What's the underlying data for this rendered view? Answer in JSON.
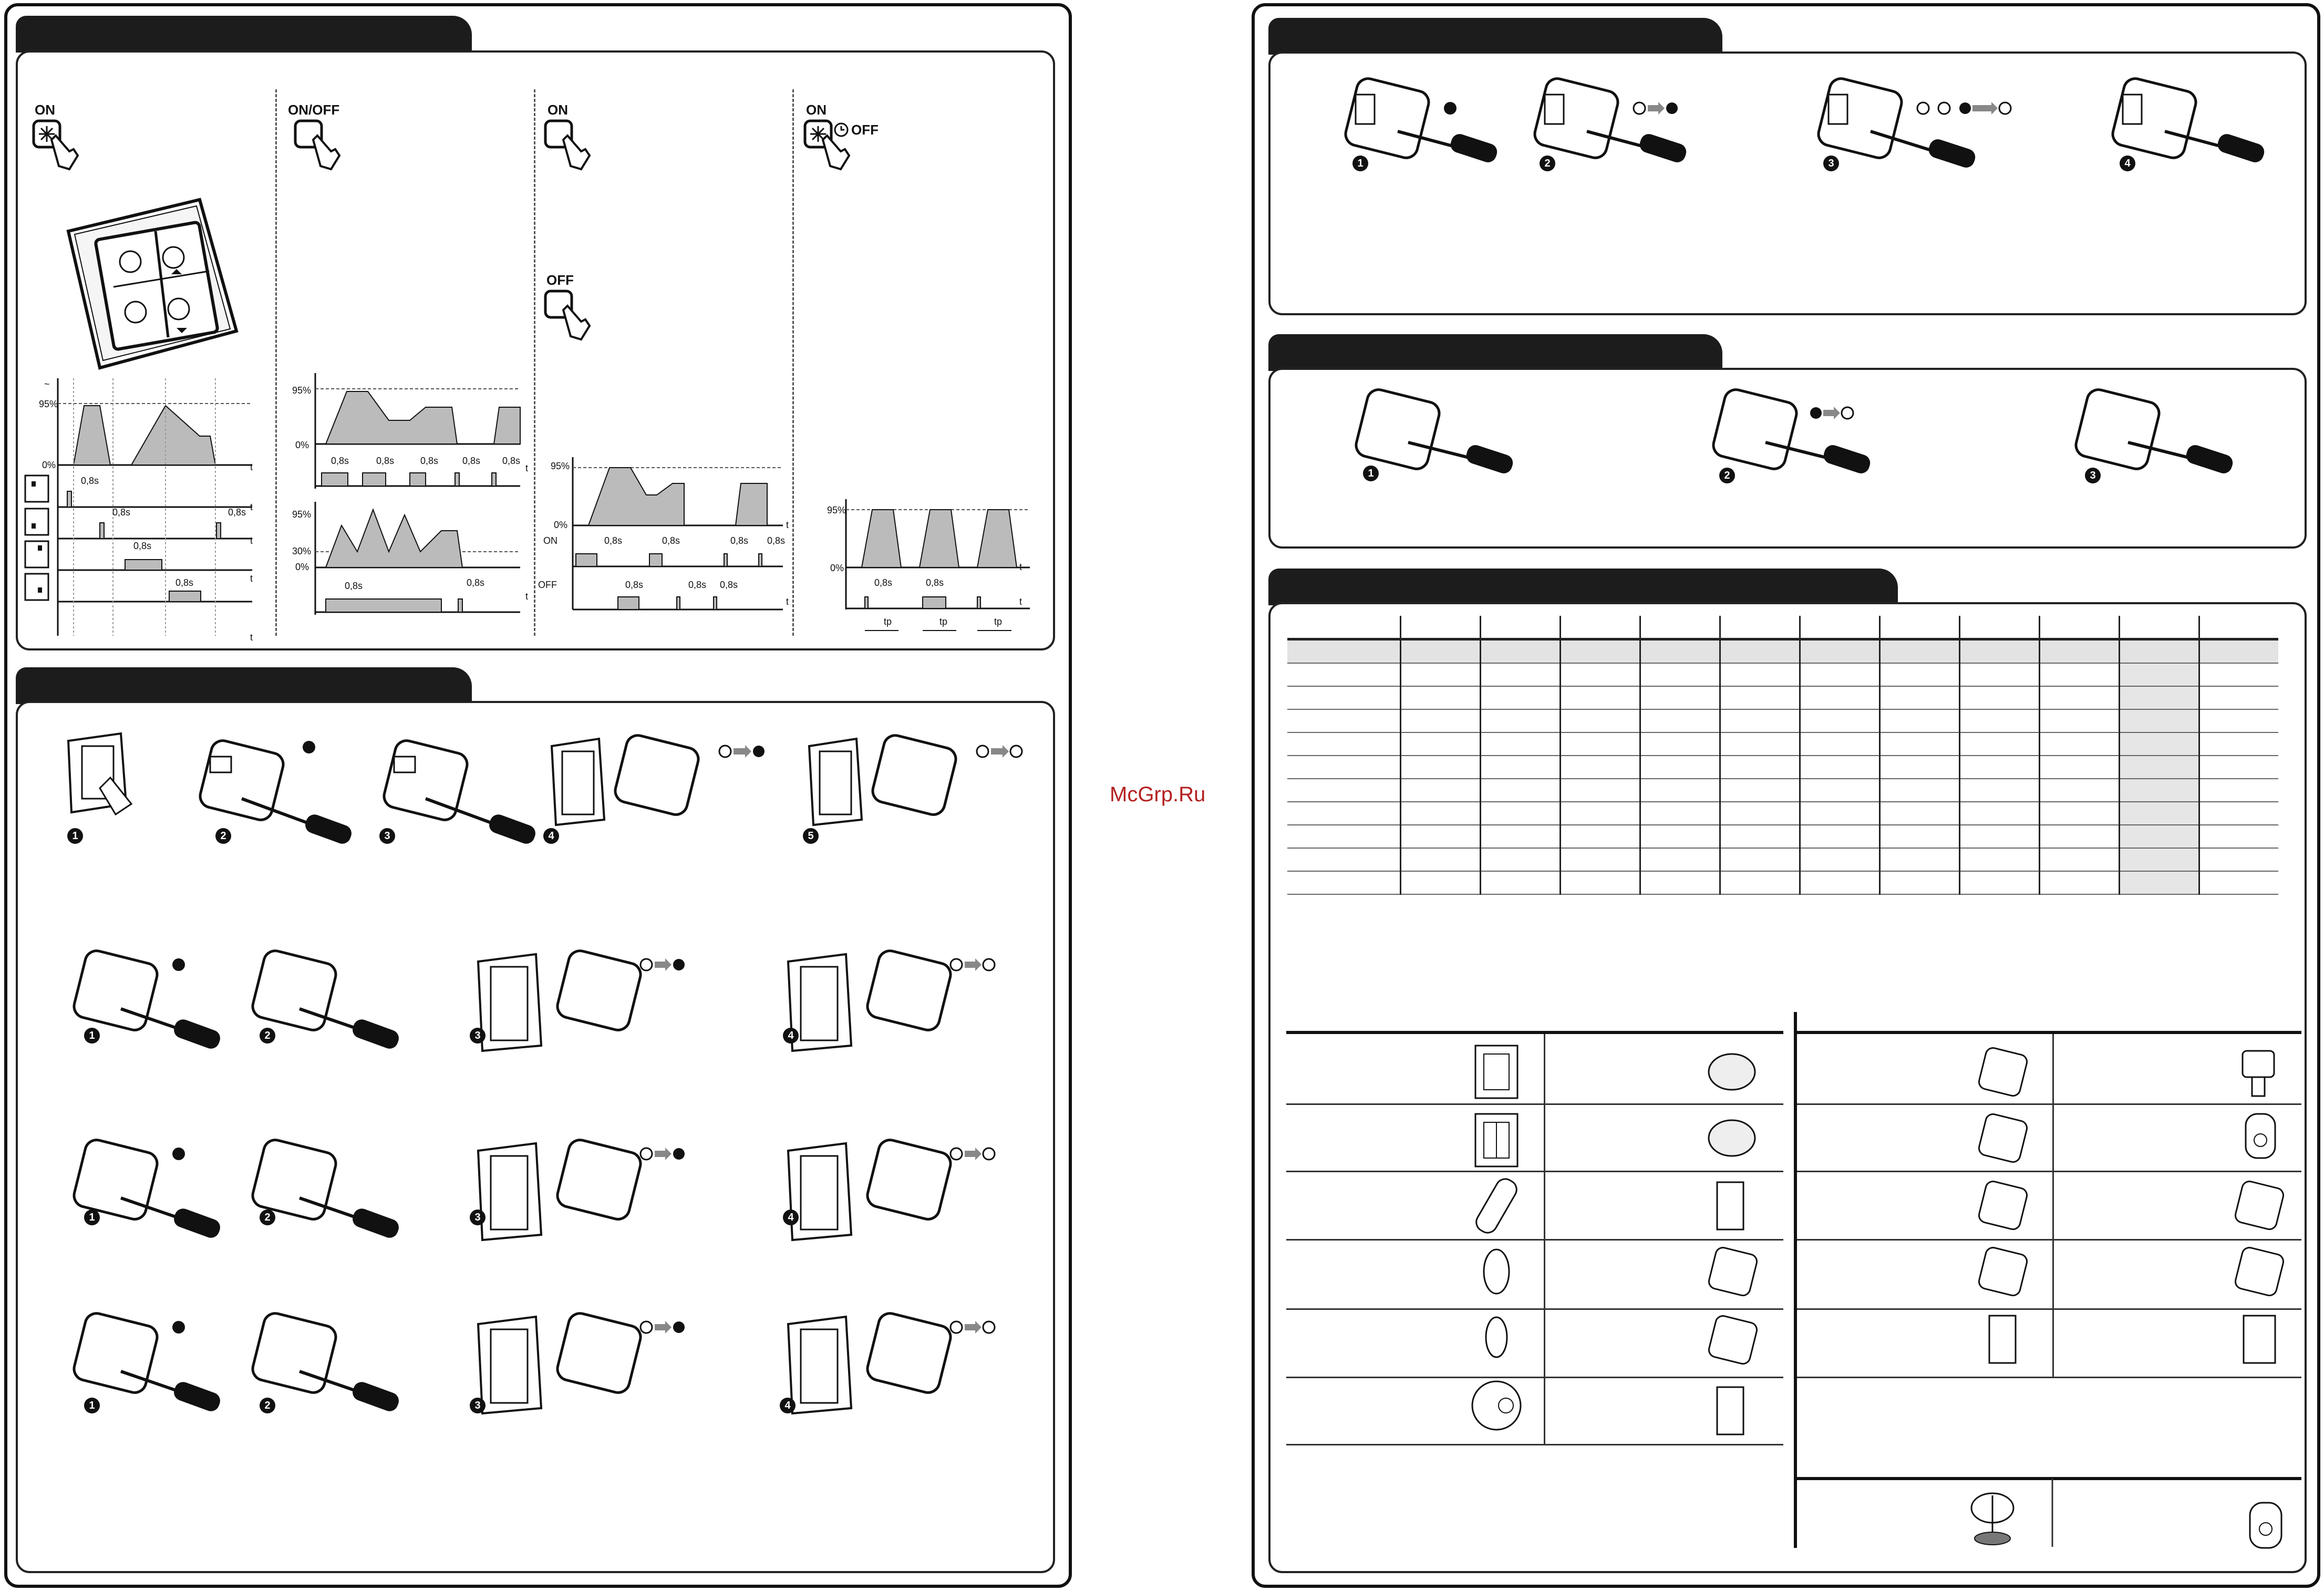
{
  "watermark": "McGrp.Ru",
  "left_top": {
    "col1": {
      "btn": "ON"
    },
    "col2": {
      "btn": "ON/OFF"
    },
    "col3": {
      "btn_on": "ON",
      "btn_off": "OFF"
    },
    "col4": {
      "btn_on": "ON",
      "btn_off": "OFF"
    }
  },
  "timing": {
    "level_high": "95%",
    "level_low": "0%",
    "level_mid": "30%",
    "press_time": "0,8s",
    "axis_t": "t",
    "signal_on": "ON",
    "signal_off": "OFF",
    "pulse_tp": "tp",
    "dim_symbol": "~"
  },
  "steps": [
    "1",
    "2",
    "3",
    "4",
    "5"
  ],
  "icons": [
    "switch-icon",
    "receiver-module-icon",
    "screwdriver-icon",
    "led-icon",
    "hand-icon",
    "remote-icon",
    "antenna-icon",
    "plug-icon"
  ]
}
